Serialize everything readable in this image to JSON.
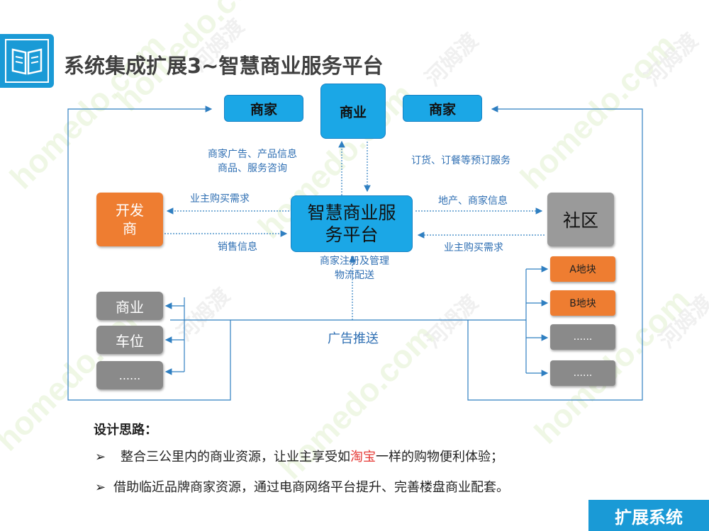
{
  "header": {
    "title": "系统集成扩展3~智慧商业服务平台",
    "icon": "book-icon"
  },
  "nodes": {
    "merchant_left": "商家",
    "commerce_top": "商业",
    "merchant_right": "商家",
    "platform": "智慧商业服务平台",
    "developer": "开发商",
    "community": "社区",
    "left_commerce": "商业",
    "left_parking": "车位",
    "left_more": "......",
    "block_a": "A地块",
    "block_b": "B地块",
    "block_more1": "......",
    "block_more2": "......"
  },
  "edge_labels": {
    "merchant_ads_line1": "商家广告、产品信息",
    "merchant_ads_line2": "商品、服务咨询",
    "booking": "订货、订餐等预订服务",
    "owner_demand_left": "业主购买需求",
    "sales_info": "销售信息",
    "property_info": "地产、商家信息",
    "owner_demand_right": "业主购买需求",
    "merchant_reg_line1": "商家注册及管理",
    "merchant_reg_line2": "物流配送",
    "ad_push": "广告推送"
  },
  "design": {
    "heading": "设计思路：",
    "bullet_marker": "➢",
    "bullet1_pre": "整合三公里内的商业资源，让业主享受如",
    "bullet1_highlight": "淘宝",
    "bullet1_post": "一样的购物便利体验；",
    "bullet2": "借助临近品牌商家资源，通过电商网络平台提升、完善楼盘商业配套。"
  },
  "footer": {
    "badge": "扩展系统"
  },
  "watermark": {
    "site": "homedo.com",
    "cn": "河姆渡"
  },
  "colors": {
    "accent_blue": "#1ba7e6",
    "line_blue": "#2f7fc1",
    "orange": "#ee7d31",
    "gray": "#8a8a8a",
    "highlight_red": "#e53935",
    "footer_blue": "#1a9ad6"
  }
}
